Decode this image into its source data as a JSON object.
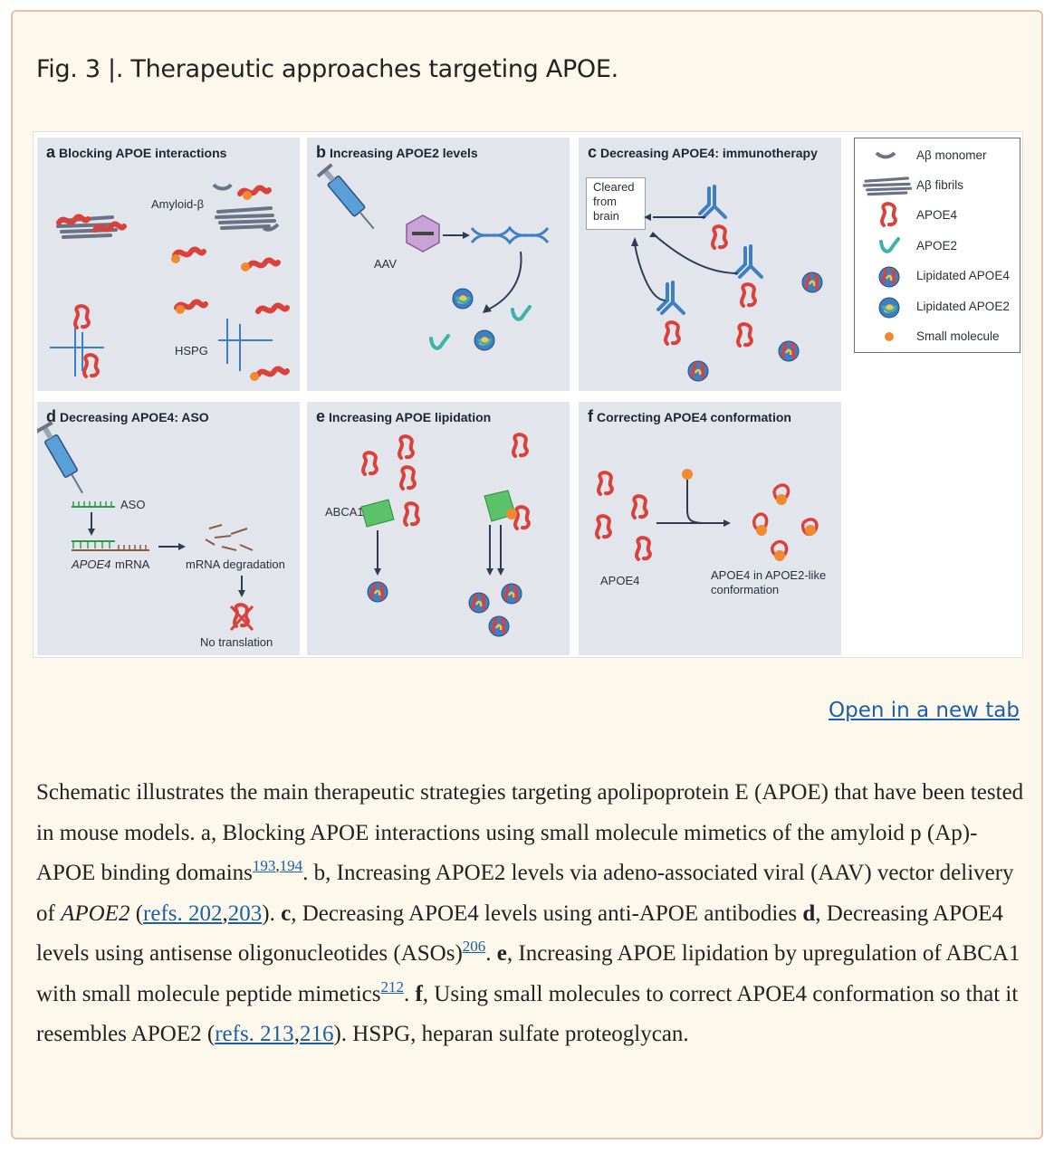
{
  "figure": {
    "title": "Fig. 3 |. Therapeutic approaches targeting APOE.",
    "panels": [
      {
        "letter": "a",
        "title": "Blocking APOE interactions",
        "labels": [
          "Amyloid-β",
          "HSPG"
        ]
      },
      {
        "letter": "b",
        "title": "Increasing APOE2 levels",
        "labels": [
          "AAV"
        ]
      },
      {
        "letter": "c",
        "title": "Decreasing APOE4: immunotherapy",
        "labels": [
          "Cleared",
          "from",
          "brain"
        ]
      },
      {
        "letter": "d",
        "title": "Decreasing APOE4: ASO",
        "labels": [
          "ASO",
          "APOE4",
          "mRNA",
          "mRNA degradation",
          "No translation"
        ]
      },
      {
        "letter": "e",
        "title": "Increasing APOE lipidation",
        "labels": [
          "ABCA1"
        ]
      },
      {
        "letter": "f",
        "title": "Correcting APOE4 conformation",
        "labels": [
          "APOE4",
          "APOE4 in APOE2-like",
          "conformation"
        ]
      }
    ],
    "legend": [
      {
        "icon": "abeta-monomer-icon",
        "label": "Aβ monomer"
      },
      {
        "icon": "abeta-fibrils-icon",
        "label": "Aβ fibrils"
      },
      {
        "icon": "apoe4-icon",
        "label": "APOE4"
      },
      {
        "icon": "apoe2-icon",
        "label": "APOE2"
      },
      {
        "icon": "lipidated-apoe4-icon",
        "label": "Lipidated APOE4"
      },
      {
        "icon": "lipidated-apoe2-icon",
        "label": "Lipidated APOE2"
      },
      {
        "icon": "small-molecule-icon",
        "label": "Small molecule"
      }
    ],
    "colors": {
      "apoe4": "#d9413a",
      "apoe2": "#3ab3a8",
      "small_molecule": "#f08a30",
      "antibody": "#3e7fc2",
      "fibril": "#6b7283",
      "panel_bg": "#e3e5ed"
    }
  },
  "open_tab": "Open in a new tab",
  "caption": {
    "s1": "Schematic illustrates the main therapeutic strategies targeting apolipoprotein E (APOE) that have been tested in mouse models. a, Blocking APOE interactions using small molecule mimetics of the amyloid p (Ap)-APOE binding domains",
    "ref193": "193",
    "comma1": ",",
    "ref194": "194",
    "s2": ". b, Increasing APOE2 levels via adeno-associated viral (AAV) vector delivery of ",
    "s2_italic": "APOE2",
    "s3": " (",
    "refs_202": "refs. 202",
    "comma2": ",",
    "ref203": "203",
    "s4": "). ",
    "c_bold": "c",
    "s5": ", Decreasing APOE4 levels using anti-APOE antibodies ",
    "d_bold": "d",
    "s6": ", Decreasing APOE4 levels using antisense oligonucleotides (ASOs)",
    "ref206": "206",
    "s7": ". ",
    "e_bold": "e",
    "s8": ", Increasing APOE lipidation by upregulation of ABCA1 with small molecule peptide mimetics",
    "ref212": "212",
    "s9": ". ",
    "f_bold": "f",
    "s10": ", Using small molecules to correct APOE4 conformation so that it resembles APOE2 (",
    "refs_213": "refs. 213",
    "comma3": ",",
    "ref216": "216",
    "s11": "). HSPG, heparan sulfate proteoglycan."
  }
}
